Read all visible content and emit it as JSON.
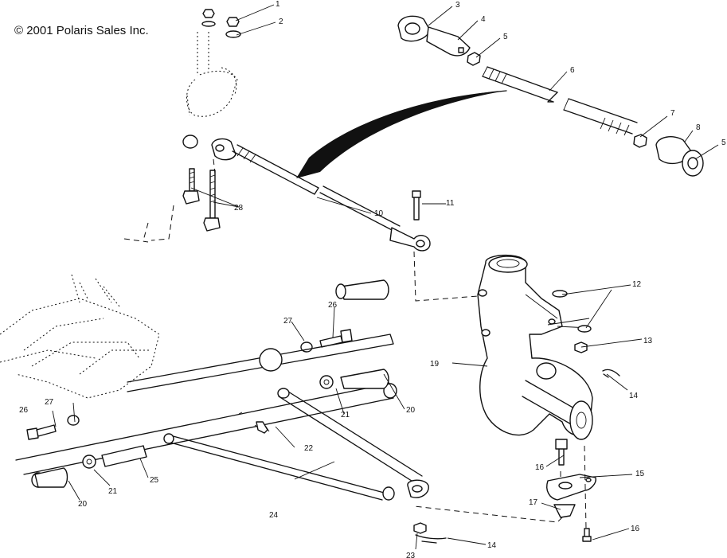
{
  "copyright": "© 2001 Polaris Sales Inc.",
  "callouts": [
    "1",
    "2",
    "3",
    "4",
    "5",
    "6",
    "7",
    "8",
    "5",
    "10",
    "11",
    "12",
    "13",
    "14",
    "19",
    "15",
    "16",
    "16",
    "17",
    "14",
    "23",
    "24",
    "25",
    "20",
    "21",
    "22",
    "20",
    "21",
    "26",
    "27",
    "26",
    "27",
    "28"
  ]
}
